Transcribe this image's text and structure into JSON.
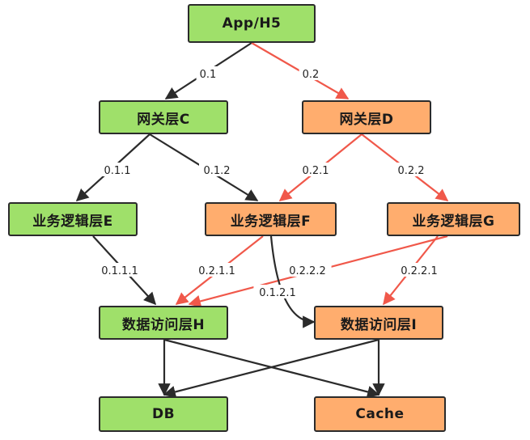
{
  "nodes": {
    "app": {
      "label": "App/H5",
      "color": "green"
    },
    "gw_c": {
      "label": "网关层C",
      "color": "green"
    },
    "gw_d": {
      "label": "网关层D",
      "color": "orange"
    },
    "biz_e": {
      "label": "业务逻辑层E",
      "color": "green"
    },
    "biz_f": {
      "label": "业务逻辑层F",
      "color": "orange"
    },
    "biz_g": {
      "label": "业务逻辑层G",
      "color": "orange"
    },
    "dal_h": {
      "label": "数据访问层H",
      "color": "green"
    },
    "dal_i": {
      "label": "数据访问层I",
      "color": "orange"
    },
    "db": {
      "label": "DB",
      "color": "green"
    },
    "cache": {
      "label": "Cache",
      "color": "orange"
    }
  },
  "edges": [
    {
      "from": "app",
      "to": "gw_c",
      "label": "0.1",
      "color": "black"
    },
    {
      "from": "app",
      "to": "gw_d",
      "label": "0.2",
      "color": "red"
    },
    {
      "from": "gw_c",
      "to": "biz_e",
      "label": "0.1.1",
      "color": "black"
    },
    {
      "from": "gw_c",
      "to": "biz_f",
      "label": "0.1.2",
      "color": "black"
    },
    {
      "from": "gw_d",
      "to": "biz_f",
      "label": "0.2.1",
      "color": "red"
    },
    {
      "from": "gw_d",
      "to": "biz_g",
      "label": "0.2.2",
      "color": "red"
    },
    {
      "from": "biz_e",
      "to": "dal_h",
      "label": "0.1.1.1",
      "color": "black"
    },
    {
      "from": "biz_f",
      "to": "dal_h",
      "label": "0.2.1.1",
      "color": "red"
    },
    {
      "from": "biz_g",
      "to": "dal_h",
      "label": "0.2.2.2",
      "color": "red"
    },
    {
      "from": "biz_f",
      "to": "dal_i",
      "label": "0.1.2.1",
      "color": "black"
    },
    {
      "from": "biz_g",
      "to": "dal_i",
      "label": "0.2.2.1",
      "color": "red"
    },
    {
      "from": "dal_h",
      "to": "db",
      "label": "",
      "color": "black"
    },
    {
      "from": "dal_h",
      "to": "cache",
      "label": "",
      "color": "black"
    },
    {
      "from": "dal_i",
      "to": "db",
      "label": "",
      "color": "black"
    },
    {
      "from": "dal_i",
      "to": "cache",
      "label": "",
      "color": "black"
    }
  ],
  "colors": {
    "green": "#9fe06a",
    "orange": "#ffad6e",
    "black": "#2b2b2b",
    "red": "#f0584a"
  }
}
